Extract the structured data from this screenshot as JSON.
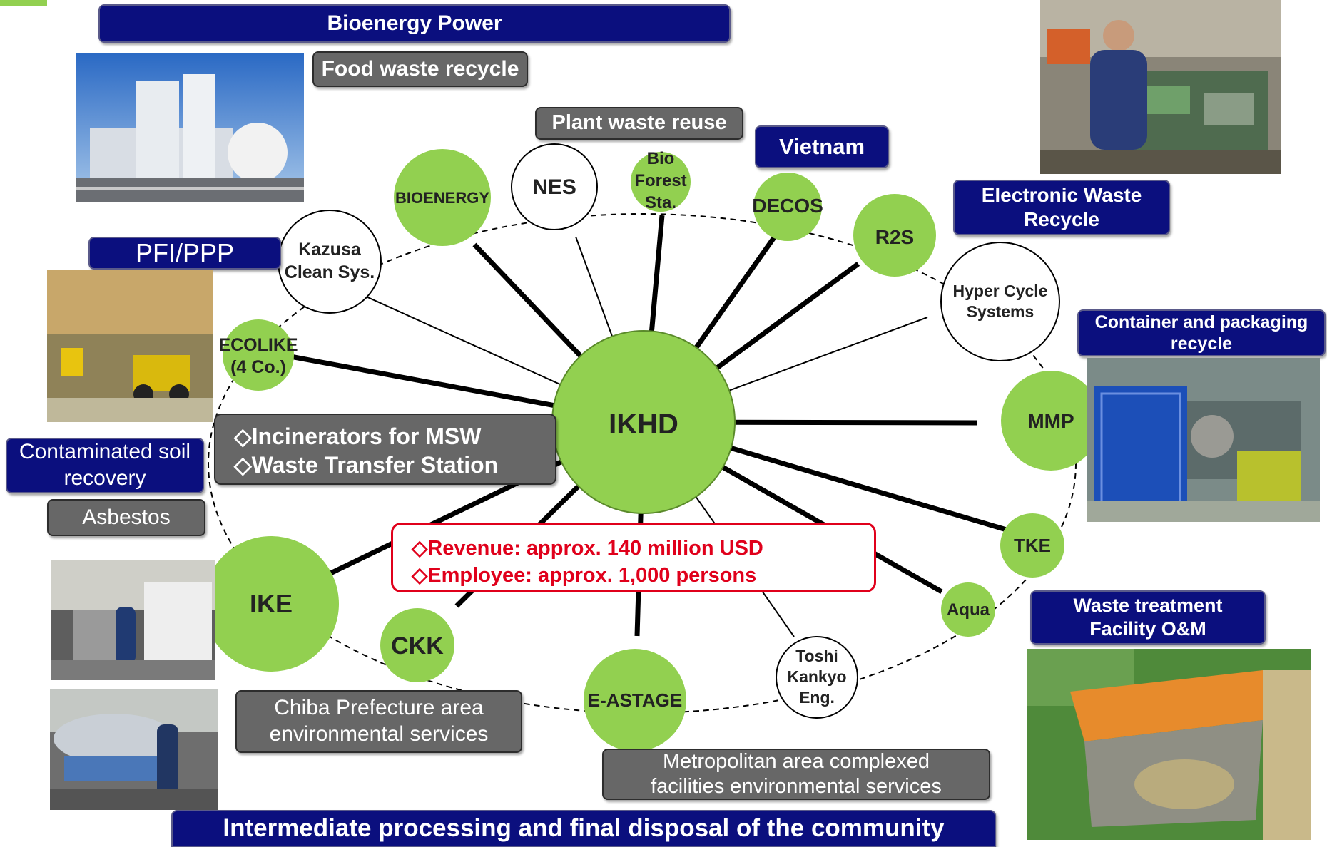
{
  "headers": {
    "bioenergy_power": "Bioenergy Power",
    "food_waste_recycle": "Food waste recycle",
    "plant_waste_reuse": "Plant waste reuse",
    "vietnam": "Vietnam",
    "electronic_waste": "Electronic Waste\nRecycle",
    "pfi_ppp": "PFI/PPP",
    "container_packaging": "Container and packaging\nrecycle",
    "contaminated_soil": "Contaminated soil\nrecovery",
    "asbestos": "Asbestos",
    "waste_treatment": "Waste treatment\nFacility O&M",
    "chiba": "Chiba Prefecture area\nenvironmental services",
    "metropolitan": "Metropolitan area complexed\nfacilities environmental services",
    "intermediate": "Intermediate processing and final disposal of the community"
  },
  "msw_box": {
    "line1": "◇Incinerators for MSW",
    "line2": "◇Waste Transfer Station"
  },
  "info_box": {
    "revenue": "◇Revenue:  approx. 140 million USD",
    "employee": "◇Employee: approx. 1,000 persons"
  },
  "hub": {
    "label": "IKHD"
  },
  "nodes": {
    "bioenergy": "BIOENERGY",
    "nes": "NES",
    "bio_forest": "Bio\nForest\nSta.",
    "decos": "DECOS",
    "r2s": "R2S",
    "hyper_cycle": "Hyper Cycle\nSystems",
    "kazusa": "Kazusa\nClean Sys.",
    "ecolike": "ECOLIKE\n(4 Co.)",
    "mmp": "MMP",
    "tke": "TKE",
    "aqua": "Aqua",
    "toshi": "Toshi\nKankyo\nEng.",
    "e_astage": "E-ASTAGE",
    "ckk": "CKK",
    "ike": "IKE"
  },
  "colors": {
    "green_node": "#92d050",
    "navy_box": "#0b0f7e",
    "gray_box": "#676767",
    "red_text": "#e0001b"
  }
}
